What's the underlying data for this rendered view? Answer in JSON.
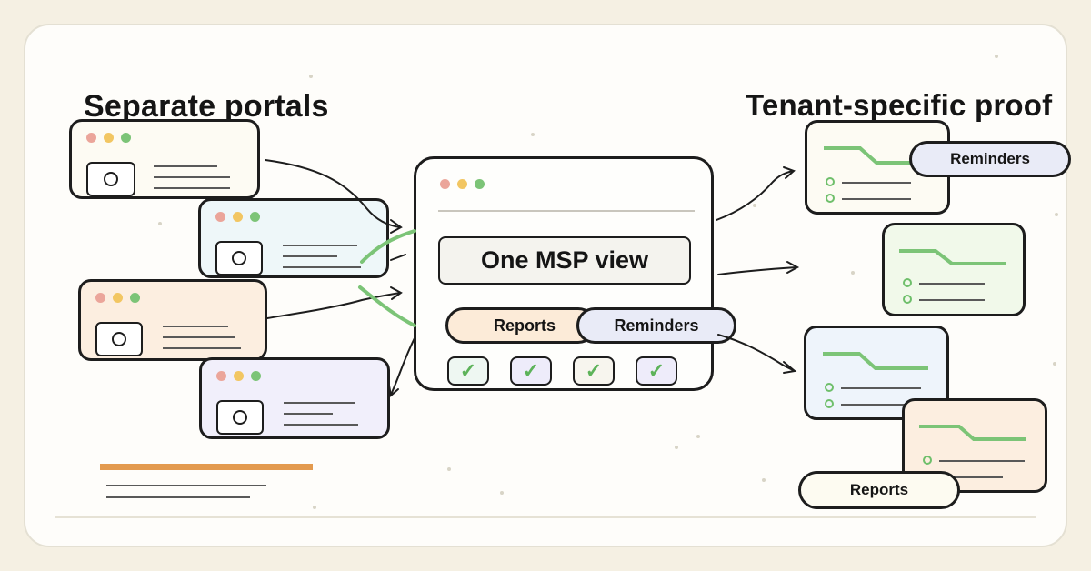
{
  "left_title": "Separate portals",
  "right_title": "Tenant-specific proof",
  "center": {
    "label": "One MSP view",
    "tab_reports": "Reports",
    "tab_reminders": "Reminders",
    "check_glyph": "✓"
  },
  "right_pills": {
    "reminders": "Reminders",
    "reports": "Reports"
  },
  "colors": {
    "accent_green": "#7cc477",
    "orange_bar": "#e39a4e",
    "portal_fills": [
      "#fdfbf3",
      "#eef7f9",
      "#fceee0",
      "#f1effb"
    ],
    "proof_fills": [
      "#fdfbf3",
      "#f1f9ea",
      "#eef4fb",
      "#fceee0"
    ]
  },
  "icons": [
    "camera-icon",
    "window-dots-icon",
    "check-icon",
    "arrow-icon"
  ]
}
